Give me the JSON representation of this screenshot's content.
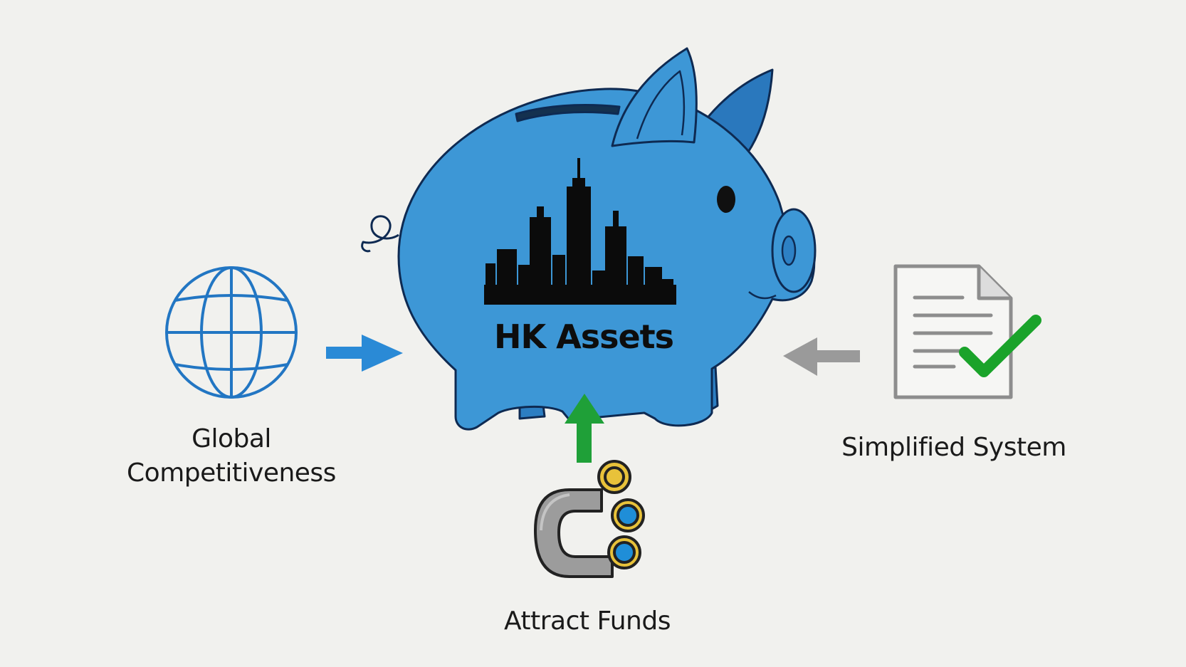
{
  "center": {
    "title": "HK Assets",
    "icon": "piggy-bank-icon",
    "emblem": "city-skyline-icon",
    "color": "#3d97d6"
  },
  "inputs": [
    {
      "id": "global",
      "label_line1": "Global",
      "label_line2": "Competitiveness",
      "icon": "globe-icon",
      "arrow_color": "#2a8ad6",
      "arrow_direction": "right"
    },
    {
      "id": "funds",
      "label": "Attract Funds",
      "icon": "magnet-coins-icon",
      "arrow_color": "#1fa038",
      "arrow_direction": "up"
    },
    {
      "id": "system",
      "label": "Simplified System",
      "icon": "checked-document-icon",
      "arrow_color": "#9a9a9a",
      "arrow_direction": "left"
    }
  ],
  "colors": {
    "background": "#f1f1ee",
    "check": "#1aa32a",
    "coin_gold": "#e8c23a",
    "coin_blue": "#1f8ed8",
    "magnet": "#9c9c9c"
  }
}
